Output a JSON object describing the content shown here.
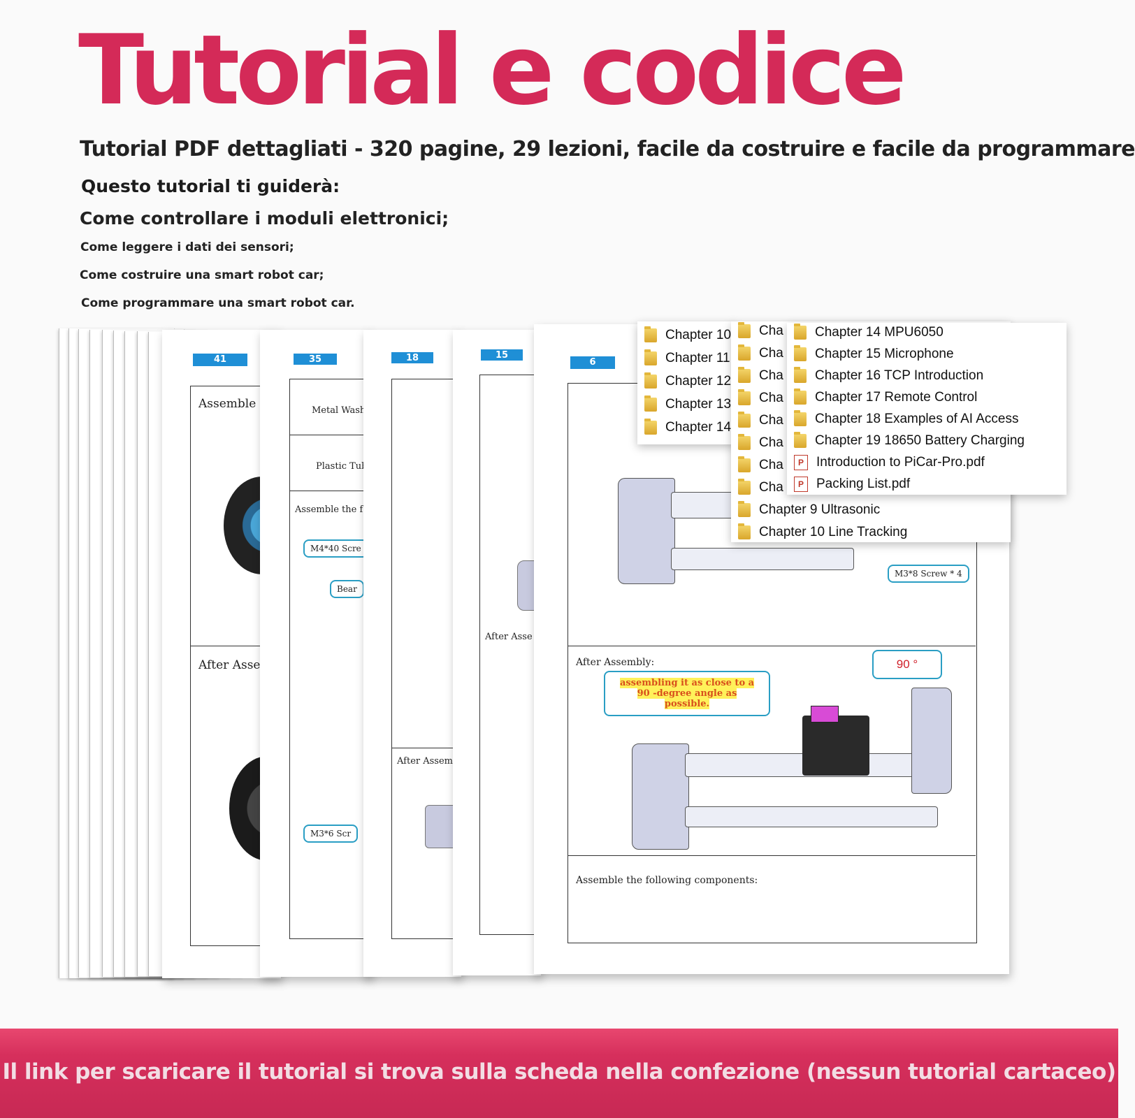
{
  "header": {
    "title": "Tutorial e codice",
    "subtitle": "Tutorial PDF dettagliati - 320 pagine, 29 lezioni, facile da costruire e facile da programmare",
    "intro": "Questo tutorial ti guiderà:",
    "points": [
      "Come controllare i moduli elettronici;",
      "Come leggere i dati dei sensori;",
      "Come costruire una smart robot car;",
      "Come programmare una smart robot car."
    ]
  },
  "pages": [
    {
      "number": "41",
      "caption_top": "Assemble t",
      "caption_bottom": "After Asser"
    },
    {
      "number": "35",
      "table_rows": [
        "Metal Wash",
        "Plastic Tub"
      ],
      "caption": "Assemble the f",
      "callouts": [
        "M4*40 Scre",
        "Bear",
        "M3*6 Scr"
      ]
    },
    {
      "number": "18",
      "caption": "After Assem"
    },
    {
      "number": "15",
      "caption": "After Asse"
    },
    {
      "number": "6",
      "callout": "M3*8 Screw * 4",
      "after_assembly": "After Assembly:",
      "note": "assembling it as close to a 90 -degree angle as possible.",
      "angle": "90 °",
      "footer_caption": "Assemble the following components:"
    }
  ],
  "folder_panels": {
    "left": [
      "Chapter 10",
      "Chapter 11",
      "Chapter 12",
      "Chapter 13",
      "Chapter 14"
    ],
    "middle": [
      "Cha",
      "Cha",
      "Cha",
      "Cha",
      "Cha",
      "Cha",
      "Cha",
      "Cha",
      "Chapter 9 Ultrasonic",
      "Chapter 10 Line Tracking"
    ],
    "right_folders": [
      "Chapter 14 MPU6050",
      "Chapter 15 Microphone",
      "Chapter 16 TCP Introduction",
      "Chapter 17 Remote Control",
      "Chapter 18 Examples of AI Access",
      "Chapter 19 18650 Battery Charging"
    ],
    "right_files": [
      "Introduction to PiCar-Pro.pdf",
      "Packing List.pdf"
    ]
  },
  "footer": {
    "text": "Il link per scaricare il tutorial si trova sulla scheda nella confezione (nessun tutorial cartaceo)"
  },
  "colors": {
    "title": "#d42a58",
    "page_number_badge": "#1f8fd6",
    "callout_border": "#2a9ec4",
    "footer": "#d62f5c",
    "highlight": "#fff15a",
    "angle_text": "#d0202a"
  },
  "icons": [
    "folder-icon",
    "pdf-icon"
  ]
}
